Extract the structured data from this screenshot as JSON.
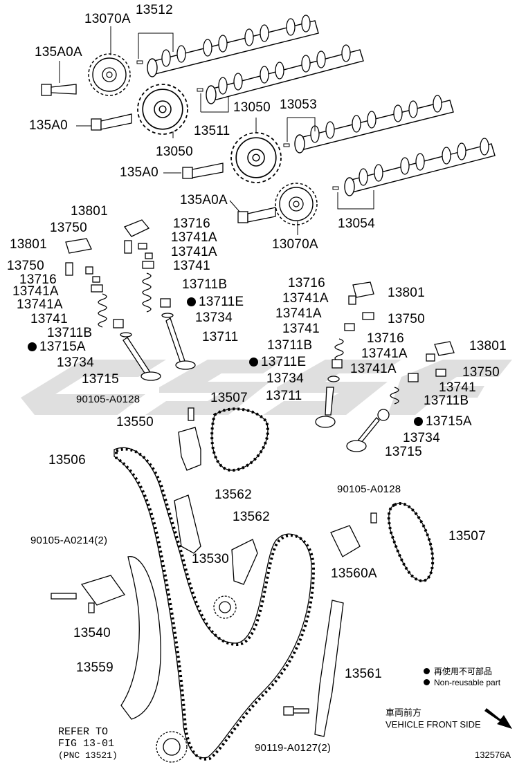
{
  "labels": {
    "l_13070A_top": "13070A",
    "l_13512": "13512",
    "l_135A0A_top": "135A0A",
    "l_135A0_top": "135A0",
    "l_13050_left": "13050",
    "l_13050_right": "13050",
    "l_13053": "13053",
    "l_13511": "13511",
    "l_135A0_mid": "135A0",
    "l_135A0A_mid": "135A0A",
    "l_13054": "13054",
    "l_13070A_bottom": "13070A",
    "l_13801_a": "13801",
    "l_13750_a": "13750",
    "l_13716_a": "13716",
    "l_13741A_a1": "13741A",
    "l_13741A_a2": "13741A",
    "l_13741_a": "13741",
    "l_13801_b": "13801",
    "l_13750_b": "13750",
    "l_13716_b": "13716",
    "l_13741A_b1": "13741A",
    "l_13741A_b2": "13741A",
    "l_13741_b": "13741",
    "l_13711B_a": "13711B",
    "l_13711E_a": "13711E",
    "l_13734_a": "13734",
    "l_13711_a": "13711",
    "l_13711B_b": "13711B",
    "l_13715A_a": "13715A",
    "l_13734_b": "13734",
    "l_13715_a": "13715",
    "l_13716_c": "13716",
    "l_13801_c": "13801",
    "l_13741A_c1": "13741A",
    "l_13741A_c2": "13741A",
    "l_13750_c": "13750",
    "l_13741_c": "13741",
    "l_13716_d": "13716",
    "l_13801_d": "13801",
    "l_13711B_c": "13711B",
    "l_13741A_d1": "13741A",
    "l_13711E_b": "13711E",
    "l_13741A_d2": "13741A",
    "l_13750_d": "13750",
    "l_13734_c": "13734",
    "l_13741_d": "13741",
    "l_13711_b": "13711",
    "l_13711B_d": "13711B",
    "l_13715A_b": "13715A",
    "l_13734_d": "13734",
    "l_13715_b": "13715",
    "l_90105_A0128_a": "90105-A0128",
    "l_13507_a": "13507",
    "l_13550": "13550",
    "l_13506": "13506",
    "l_13562_a": "13562",
    "l_90105_A0128_b": "90105-A0128",
    "l_13562_b": "13562",
    "l_90105_A0214": "90105-A0214(2)",
    "l_13507_b": "13507",
    "l_13530": "13530",
    "l_13560A": "13560A",
    "l_13540": "13540",
    "l_13559": "13559",
    "l_13561": "13561",
    "l_90119_A0127": "90119-A0127(2)"
  },
  "note": {
    "line1": "REFER TO",
    "line2": "FIG 13-01",
    "line3": "(PNC 13521)"
  },
  "legend": {
    "reuse_jp": "再使用不可部品",
    "reuse_en": "Non-reusable part"
  },
  "direction": {
    "jp": "車両前方",
    "en": "VEHICLE FRONT SIDE"
  },
  "figure_id": "132576A",
  "colors": {
    "ink": "#000000",
    "watermark": "#d9d9d9"
  }
}
